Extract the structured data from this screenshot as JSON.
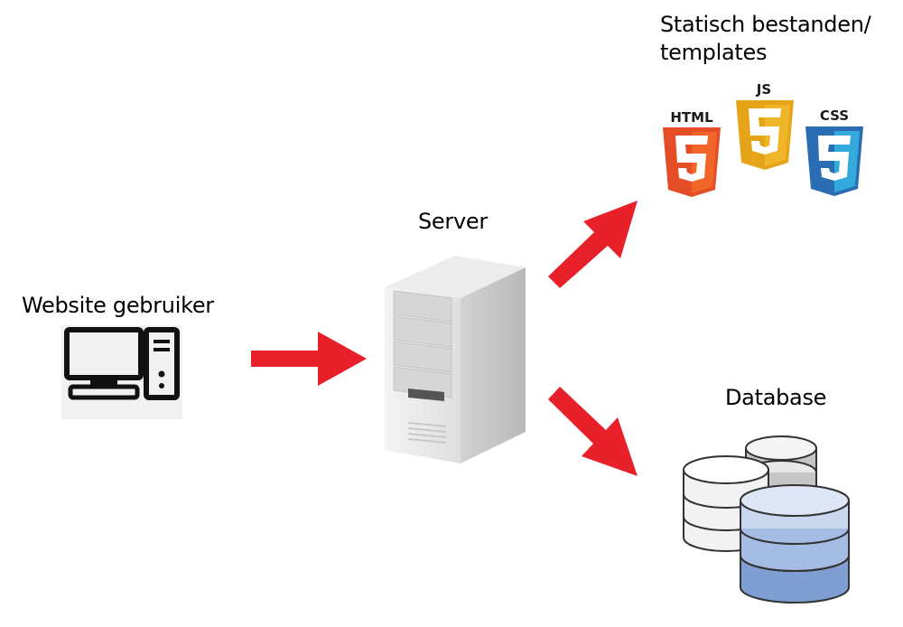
{
  "labels": {
    "user": "Website gebruiker",
    "server": "Server",
    "static_line1": "Statisch bestanden/",
    "static_line2": "templates",
    "database": "Database"
  },
  "badges": {
    "html": "HTML",
    "js": "JS",
    "css": "CSS"
  },
  "colors": {
    "arrow": "#e8202a",
    "html": "#e44d26",
    "js": "#f0b528",
    "css": "#2a6db4"
  },
  "icons": [
    "desktop-computer-icon",
    "server-tower-icon",
    "html5-icon",
    "js-icon",
    "css3-icon",
    "database-icon"
  ]
}
